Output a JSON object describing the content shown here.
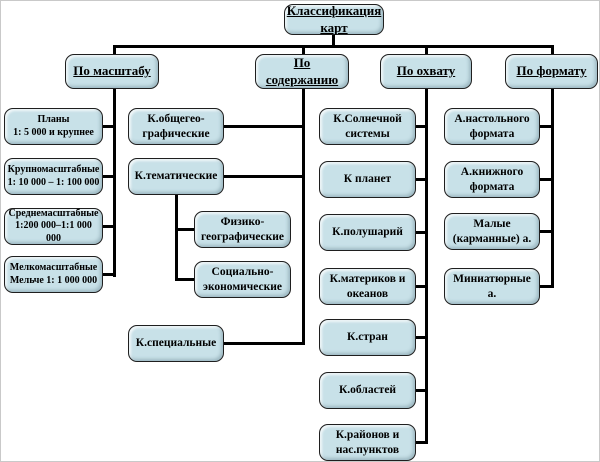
{
  "root": {
    "label": "Классификация\nкарт"
  },
  "colors": {
    "box_fill": "#c8e1e8",
    "box_border": "#1f1f1f",
    "connector": "#000000",
    "background": "#ffffff"
  },
  "branches": [
    {
      "label": "По масштабу",
      "items": [
        "Планы\n1: 5 000 и крупнее",
        "Крупномасштабные\n1: 10 000 – 1: 100 000",
        "Среднемасштабные\n1:200 000–1:1 000 000",
        "Мелкомасштабные\nМельче 1: 1 000 000"
      ]
    },
    {
      "label": "По содержанию",
      "items": [
        "К.общегео-\nграфические",
        "К.тематические",
        "К.специальные"
      ],
      "thematic_sub_items": [
        "Физико-\nгеографические",
        "Социально-\nэкономические"
      ]
    },
    {
      "label": "По охвату",
      "items": [
        "К.Солнечной\nсистемы",
        "К планет",
        "К.полушарий",
        "К.материков и\nокеанов",
        "К.стран",
        "К.областей",
        "К.районов и\nнас.пунктов"
      ]
    },
    {
      "label": "По формату",
      "items": [
        "А.настольного\nформата",
        "А.книжного\nформата",
        "Малые\n(карманные) а.",
        "Миниатюрные\nа."
      ]
    }
  ]
}
